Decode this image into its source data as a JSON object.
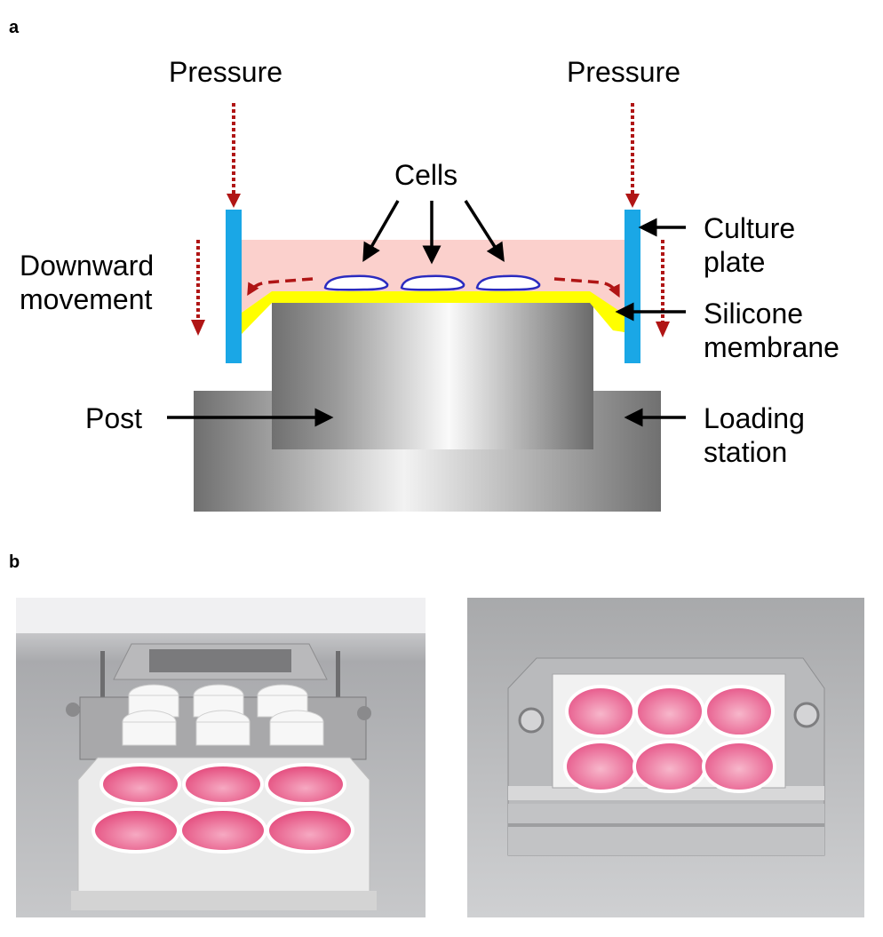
{
  "panel_a": {
    "letter": "a",
    "labels": {
      "pressure_left": "Pressure",
      "pressure_right": "Pressure",
      "cells": "Cells",
      "downward_line1": "Downward",
      "downward_line2": "movement",
      "culture_line1": "Culture",
      "culture_line2": "plate",
      "silicone_line1": "Silicone",
      "silicone_line2": "membrane",
      "post": "Post",
      "loading_line1": "Loading",
      "loading_line2": "station"
    },
    "colors": {
      "culture_plate": "#1aa7e6",
      "membrane": "#ffff00",
      "medium": "#fbd0cc",
      "cell_outline": "#2b2bbf",
      "pressure_arrow": "#b01515",
      "steel_dark": "#6f6f6f",
      "steel_light": "#f2f2f2"
    }
  },
  "panel_b": {
    "letter": "b",
    "photos": [
      {
        "name": "disassembled-device-photo"
      },
      {
        "name": "assembled-device-photo"
      }
    ],
    "colors": {
      "well_pink": "#ec5f8e",
      "aluminum": "#c9c9c9",
      "white_post": "#f4f4f4"
    }
  }
}
